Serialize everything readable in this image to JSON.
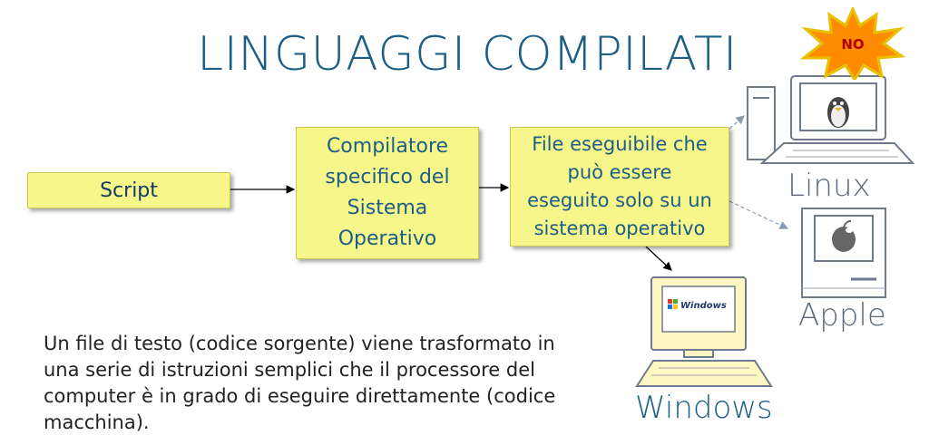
{
  "title": "LINGUAGGI COMPILATI",
  "boxes": {
    "script": "Script",
    "compiler": [
      "Compilatore",
      "specifico del",
      "Sistema",
      "Operativo"
    ],
    "executable": [
      "File eseguibile che",
      "può essere",
      "eseguito solo su un",
      "sistema operativo"
    ]
  },
  "description": [
    "Un file di testo (codice sorgente) viene trasformato in",
    "una serie di istruzioni semplici che il processore del",
    "computer è in grado di eseguire direttamente (codice",
    "macchina)."
  ],
  "os": {
    "linux": "Linux",
    "apple": "Apple",
    "windows": "Windows",
    "windows_screen_text": "Windows"
  },
  "badge": "NO",
  "colors": {
    "title": "#1b5e86",
    "box_fill": "#f6f68a",
    "badge_fill": "#ff8c00",
    "badge_text": "#b00000"
  }
}
